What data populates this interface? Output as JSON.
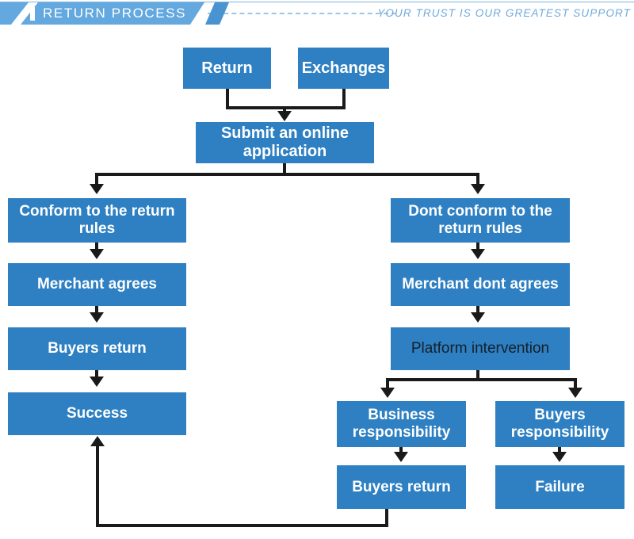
{
  "header": {
    "title": "RETURN PROCESS",
    "tagline": "YOUR TRUST IS OUR GREATEST SUPPORT",
    "band_color": "#63a8de",
    "chip_color": "#4a93d1",
    "dash_color": "#9cc6e8",
    "title_color": "#ffffff",
    "tagline_color": "#6fa9da"
  },
  "theme": {
    "box_fill": "#2e80c2",
    "box_text": "#ffffff",
    "box_text_dark": "#14202b",
    "connector": "#1a1a1a",
    "background": "#ffffff"
  },
  "chart_data": {
    "type": "diagram",
    "title": "RETURN PROCESS",
    "nodes": [
      {
        "id": "return",
        "label": "Return",
        "column": "top-left",
        "text_style": "light"
      },
      {
        "id": "exchanges",
        "label": "Exchanges",
        "column": "top-right",
        "text_style": "light"
      },
      {
        "id": "submit",
        "label": "Submit an online application",
        "column": "center",
        "text_style": "light"
      },
      {
        "id": "conform",
        "label": "Conform to the return rules",
        "column": "left",
        "text_style": "light"
      },
      {
        "id": "merchant-agrees",
        "label": "Merchant agrees",
        "column": "left",
        "text_style": "light"
      },
      {
        "id": "buyers-return-left",
        "label": "Buyers return",
        "column": "left",
        "text_style": "light"
      },
      {
        "id": "success",
        "label": "Success",
        "column": "left",
        "text_style": "light"
      },
      {
        "id": "dont-conform",
        "label": "Dont conform to the return rules",
        "column": "right",
        "text_style": "light"
      },
      {
        "id": "merchant-dont",
        "label": "Merchant dont agrees",
        "column": "right",
        "text_style": "light"
      },
      {
        "id": "platform",
        "label": "Platform intervention",
        "column": "right",
        "text_style": "dark"
      },
      {
        "id": "business-resp",
        "label": "Business responsibility",
        "column": "right-inner",
        "text_style": "light"
      },
      {
        "id": "buyers-resp",
        "label": "Buyers responsibility",
        "column": "right-outer",
        "text_style": "light"
      },
      {
        "id": "buyers-return-right",
        "label": "Buyers return",
        "column": "right-inner",
        "text_style": "light"
      },
      {
        "id": "failure",
        "label": "Failure",
        "column": "right-outer",
        "text_style": "light"
      }
    ],
    "edges": [
      {
        "from": "return",
        "to": "submit",
        "kind": "merge-down"
      },
      {
        "from": "exchanges",
        "to": "submit",
        "kind": "merge-down"
      },
      {
        "from": "submit",
        "to": "conform",
        "kind": "split-down"
      },
      {
        "from": "submit",
        "to": "dont-conform",
        "kind": "split-down"
      },
      {
        "from": "conform",
        "to": "merchant-agrees",
        "kind": "down"
      },
      {
        "from": "merchant-agrees",
        "to": "buyers-return-left",
        "kind": "down"
      },
      {
        "from": "buyers-return-left",
        "to": "success",
        "kind": "down"
      },
      {
        "from": "dont-conform",
        "to": "merchant-dont",
        "kind": "down"
      },
      {
        "from": "merchant-dont",
        "to": "platform",
        "kind": "down"
      },
      {
        "from": "platform",
        "to": "business-resp",
        "kind": "split-down"
      },
      {
        "from": "platform",
        "to": "buyers-resp",
        "kind": "split-down"
      },
      {
        "from": "business-resp",
        "to": "buyers-return-right",
        "kind": "down"
      },
      {
        "from": "buyers-resp",
        "to": "failure",
        "kind": "down"
      },
      {
        "from": "buyers-return-right",
        "to": "success",
        "kind": "feedback-loop-up"
      }
    ]
  }
}
